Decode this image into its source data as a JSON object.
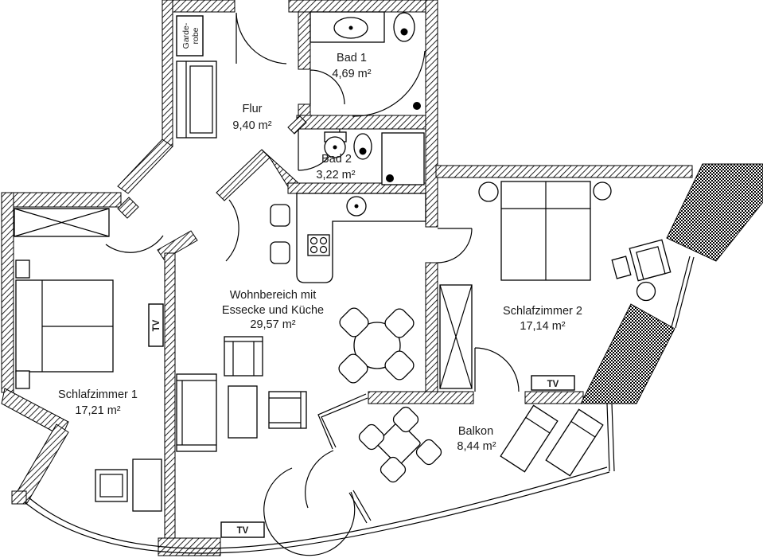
{
  "plan": {
    "type": "apartment-floorplan",
    "colors": {
      "line": "#000000",
      "background": "#ffffff"
    },
    "rooms": {
      "flur": {
        "name": "Flur",
        "area": "9,40 m²"
      },
      "bad1": {
        "name": "Bad 1",
        "area": "4,69 m²"
      },
      "bad2": {
        "name": "Bad 2",
        "area": "3,22 m²"
      },
      "wohnbereich": {
        "name_line1": "Wohnbereich mit",
        "name_line2": "Essecke und Küche",
        "area": "29,57 m²"
      },
      "schlafzimmer1": {
        "name": "Schlafzimmer 1",
        "area": "17,21 m²"
      },
      "schlafzimmer2": {
        "name": "Schlafzimmer 2",
        "area": "17,14 m²"
      },
      "balkon": {
        "name": "Balkon",
        "area": "8,44 m²"
      },
      "garderobe": {
        "name_line1": "Garde-",
        "name_line2": "robe"
      }
    },
    "labels": {
      "tv": "TV"
    }
  }
}
